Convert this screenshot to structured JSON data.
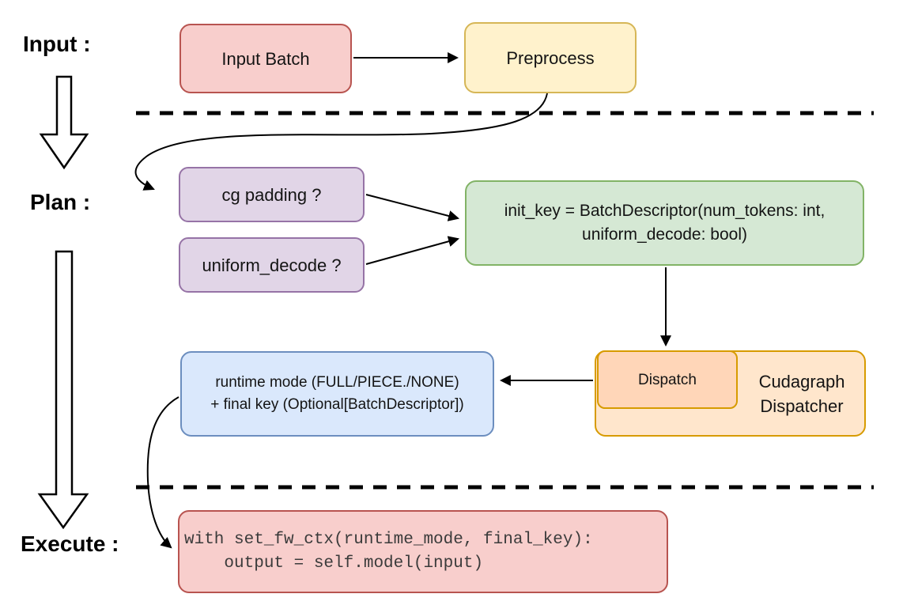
{
  "palette": {
    "red-fill": "#f8cecc",
    "red-stroke": "#b85450",
    "yellow-fill": "#fff2cc",
    "yellow-stroke": "#d6b656",
    "purple-fill": "#e1d5e7",
    "purple-stroke": "#9673a6",
    "green-fill": "#d5e8d4",
    "green-stroke": "#82b366",
    "orange-fill": "#ffe6cc",
    "orange-stroke": "#d79b00",
    "dispatch-fill": "#ffd6b8",
    "blue-fill": "#dae8fc",
    "blue-stroke": "#6c8ebf",
    "code-text": "#3b3b3b"
  },
  "stages": {
    "input": "Input :",
    "plan": "Plan :",
    "execute": "Execute :"
  },
  "nodes": {
    "input_batch": {
      "label": "Input Batch"
    },
    "preprocess": {
      "label": "Preprocess"
    },
    "cg_padding": {
      "label": "cg padding ?"
    },
    "uniform_decode": {
      "label": "uniform_decode ?"
    },
    "init_key": {
      "line1": "init_key = BatchDescriptor(num_tokens: int,",
      "line2": "uniform_decode: bool)"
    },
    "dispatch": {
      "label": "Dispatch"
    },
    "cudagraph_dispatcher": {
      "line1": "Cudagraph",
      "line2": "Dispatcher"
    },
    "runtime_result": {
      "line1": "runtime mode (FULL/PIECE./NONE)",
      "line2": "+ final key (Optional[BatchDescriptor])"
    },
    "execute_code": {
      "line1": "with set_fw_ctx(runtime_mode, final_key):",
      "line2": "    output = self.model(input)"
    }
  }
}
